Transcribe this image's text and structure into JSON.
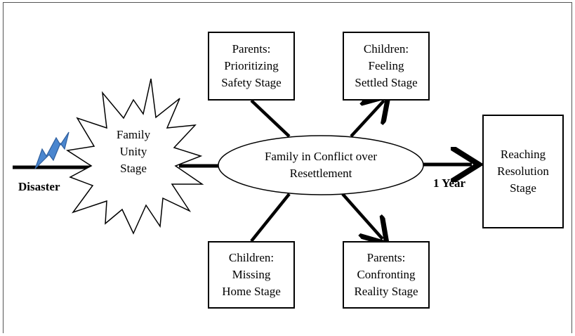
{
  "diagram": {
    "start_label": "Disaster",
    "burst_label": "Family\nUnity\nStage",
    "center_label": "Family in Conflict over\nResettlement",
    "box_parents_safety": "Parents:\nPrioritizing\nSafety Stage",
    "box_children_settled": "Children:\nFeeling\nSettled Stage",
    "box_children_missing": "Children:\nMissing\nHome Stage",
    "box_parents_reality": "Parents:\nConfronting\nReality Stage",
    "box_resolution": "Reaching\nResolution\nStage",
    "time_label": "1 Year"
  },
  "colors": {
    "line": "#000000",
    "lightning": "#4a86cf",
    "lightning_edge": "#2f5f9e"
  }
}
